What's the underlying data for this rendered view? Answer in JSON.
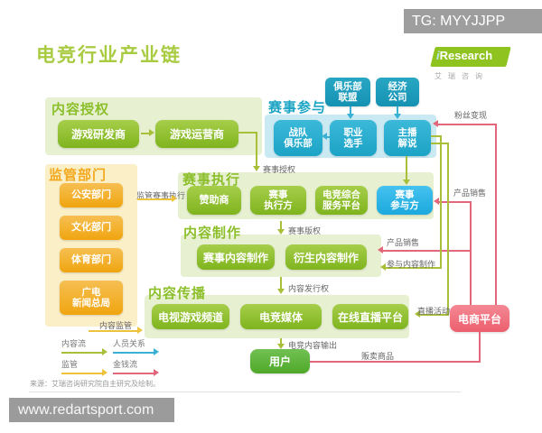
{
  "watermark_tg": "TG: MYYJJPP",
  "title": "电竞行业产业链",
  "logo": {
    "brand_i": "i",
    "brand_rest": "Research",
    "subtext": "艾瑞咨询"
  },
  "sections": {
    "content_license": {
      "label": "内容授权",
      "boxes": [
        "游戏研发商",
        "游戏运营商"
      ]
    },
    "regulators": {
      "label": "监管部门",
      "boxes": [
        "公安部门",
        "文化部门",
        "体育部门",
        "广电\n新闻总局"
      ]
    },
    "event_participation": {
      "label": "赛事参与",
      "top_boxes": [
        "俱乐部\n联盟",
        "经济\n公司"
      ],
      "boxes": [
        "战队\n俱乐部",
        "职业\n选手",
        "主播\n解说"
      ]
    },
    "event_execution": {
      "label": "赛事执行",
      "boxes": [
        "赞助商",
        "赛事\n执行方",
        "电竞综合\n服务平台",
        "赛事\n参与方"
      ]
    },
    "content_production": {
      "label": "内容制作",
      "boxes": [
        "赛事内容制作",
        "衍生内容制作"
      ]
    },
    "content_distribution": {
      "label": "内容传播",
      "boxes": [
        "电视游戏频道",
        "电竞媒体",
        "在线直播平台"
      ]
    },
    "user": {
      "label": "用户"
    },
    "ecommerce": {
      "label": "电商平台"
    }
  },
  "edge_labels": {
    "event_license": "赛事授权",
    "supervise_execution": "监管赛事执行",
    "event_copyright": "赛事版权",
    "content_publish_right": "内容发行权",
    "content_supervision": "内容监管",
    "esports_content_output": "电竞内容输出",
    "fan_monetization": "粉丝变现",
    "product_sales_top": "产品销售",
    "product_sales_mid": "产品销售",
    "participate_production": "参与内容制作",
    "live_events": "直播活动",
    "sell_goods": "贩卖商品"
  },
  "legend": {
    "items": [
      {
        "label": "内容流",
        "color": "#a9bf3a"
      },
      {
        "label": "人员关系",
        "color": "#3ab0d4"
      },
      {
        "label": "监管",
        "color": "#edc23c"
      },
      {
        "label": "金钱流",
        "color": "#e2677a"
      }
    ]
  },
  "source": "来源：艾瑞咨询研究院自主研究及绘制。",
  "watermark_url": "www.redartsport.com",
  "colors": {
    "accent_green": "#8cbf2b",
    "accent_orange": "#f3a81e",
    "accent_teal": "#1ba4c4",
    "box_green": "#8cc320",
    "box_orange": "#f2a900",
    "box_teal": "#25adcc",
    "box_blue": "#29b5e8",
    "box_pink": "#f0737f",
    "box_user_green": "#58b331",
    "section_bg_green": "#e7f1d2",
    "section_bg_yellow": "#faefc6",
    "section_bg_blue": "#c9eaf3"
  }
}
